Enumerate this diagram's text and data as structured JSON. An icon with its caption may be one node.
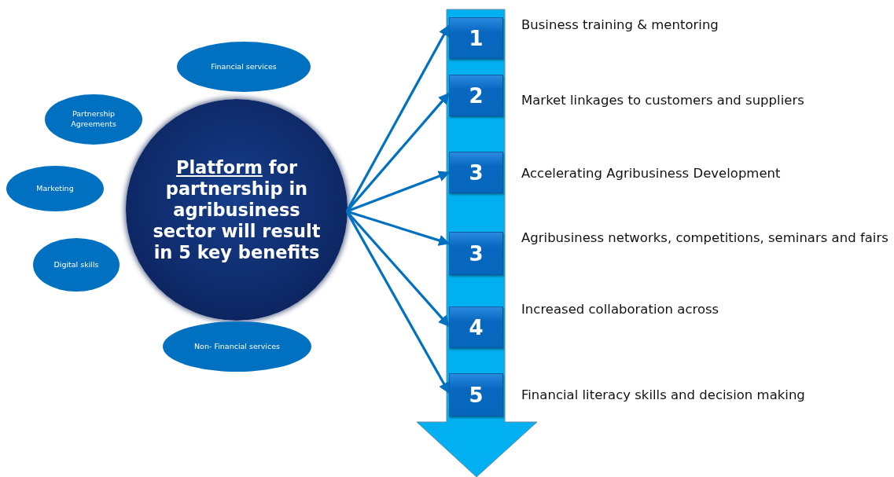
{
  "diagram": {
    "nodes": [
      {
        "text": [
          "Platform for partnership in agribusiness sector will result in 5 key benefits"
        ]
      },
      {
        "text": [
          "Financial services"
        ]
      },
      {
        "text": [
          "Partnership Agreements"
        ]
      },
      {
        "text": [
          "Marketing"
        ]
      },
      {
        "text": [
          "Digital skills"
        ]
      },
      {
        "text": [
          "Non- Financial services"
        ]
      },
      {
        "text": [
          "1"
        ],
        "beside": [
          "Business training & mentoring"
        ]
      },
      {
        "text": [
          "2"
        ],
        "beside": [
          "Market linkages to customers and suppliers"
        ]
      },
      {
        "text": [
          "3"
        ],
        "beside": [
          "Accelerating Agribusiness Development"
        ]
      },
      {
        "text": [
          "3"
        ],
        "beside": [
          "Agribusiness networks, competitions, seminars and fairs"
        ]
      },
      {
        "text": [
          "4"
        ],
        "beside": [
          "Increased collaboration across"
        ]
      },
      {
        "text": [
          "5"
        ],
        "beside": [
          "Financial literacy skills and decision making"
        ]
      }
    ],
    "edges": [
      {
        "from": 0,
        "to": 6,
        "arrow": "to"
      },
      {
        "from": 0,
        "to": 7,
        "arrow": "to"
      },
      {
        "from": 0,
        "to": 8,
        "arrow": "to"
      },
      {
        "from": 0,
        "to": 9,
        "arrow": "to"
      },
      {
        "from": 0,
        "to": 10,
        "arrow": "to"
      },
      {
        "from": 0,
        "to": 11,
        "arrow": "to"
      }
    ]
  }
}
